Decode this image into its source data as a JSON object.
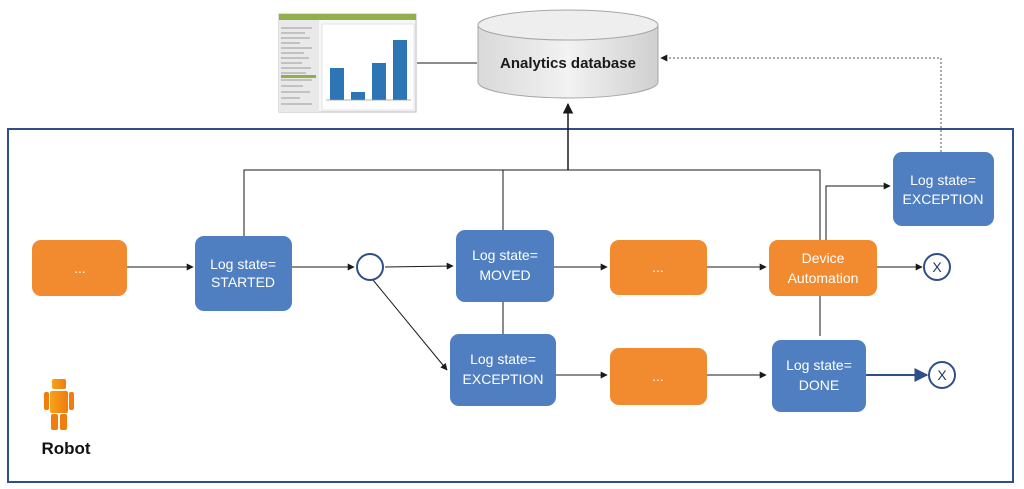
{
  "colors": {
    "orange": "#f28a30",
    "blue": "#4f7fc0",
    "frame": "#2f4f8a",
    "line": "#1a1a1a"
  },
  "database": {
    "label": "Analytics database"
  },
  "robot": {
    "label": "Robot"
  },
  "nodes": {
    "start_placeholder": "...",
    "log_started": [
      "Log state=",
      "STARTED"
    ],
    "log_moved": [
      "Log state=",
      "MOVED"
    ],
    "after_moved_placeholder": "...",
    "device_automation": [
      "Device",
      "Automation"
    ],
    "log_exception_top": [
      "Log state=",
      "EXCEPTION"
    ],
    "log_exception": [
      "Log state=",
      "EXCEPTION"
    ],
    "after_exception_placeholder": "...",
    "log_done": [
      "Log state=",
      "DONE"
    ]
  },
  "end_events": {
    "end_top": "X",
    "end_bottom": "X"
  },
  "icons": {
    "dashboard": "dashboard-screenshot-icon",
    "database": "database-cylinder-icon",
    "robot": "robot-figure-icon",
    "gateway": "gateway-circle-icon"
  }
}
